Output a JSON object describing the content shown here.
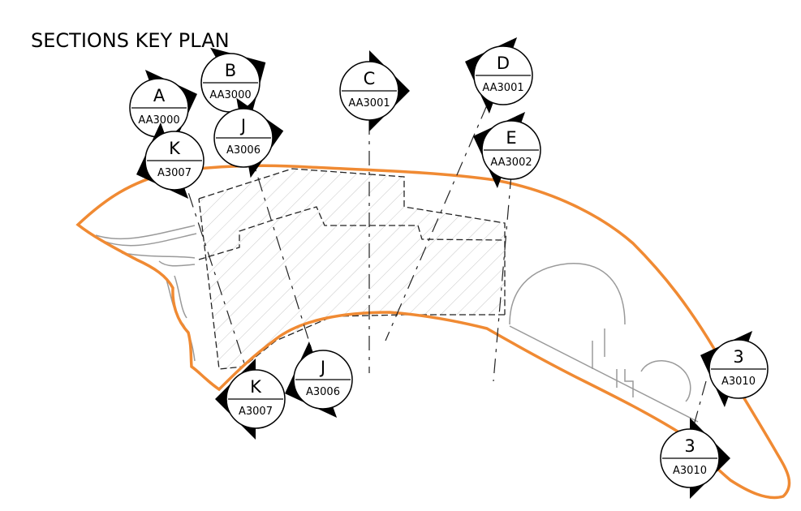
{
  "title": "SECTIONS KEY PLAN",
  "colors": {
    "site_boundary": "#f08a33",
    "building_outline": "#222222",
    "hatch": "#c8c8c8",
    "existing": "#9a9a9a",
    "marker": "#000000"
  },
  "section_markers": [
    {
      "id": "A",
      "sheet": "AA3000"
    },
    {
      "id": "B",
      "sheet": "AA3000"
    },
    {
      "id": "C",
      "sheet": "AA3001"
    },
    {
      "id": "D",
      "sheet": "AA3001"
    },
    {
      "id": "E",
      "sheet": "AA3002"
    },
    {
      "id": "J",
      "sheet": "A3006"
    },
    {
      "id": "K",
      "sheet": "A3007"
    },
    {
      "id": "J",
      "sheet": "A3006"
    },
    {
      "id": "K",
      "sheet": "A3007"
    },
    {
      "id": "3",
      "sheet": "A3010"
    },
    {
      "id": "3",
      "sheet": "A3010"
    }
  ]
}
